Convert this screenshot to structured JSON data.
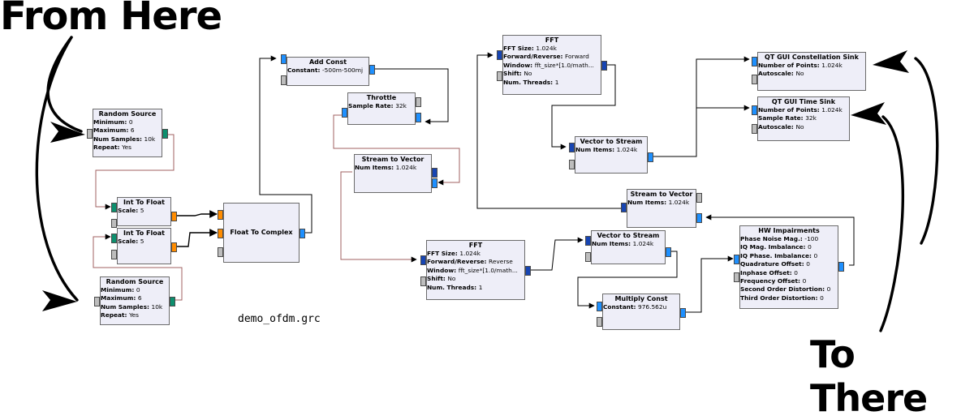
{
  "captions": {
    "from": "From Here",
    "to": "To There",
    "filename": "demo_ofdm.grc"
  },
  "colors": {
    "complex": "#1e90ff",
    "float": "#ff8c00",
    "int": "#0c8f6e",
    "vector": "#1745b3",
    "message": "#bdbdbd",
    "wire": "#000000",
    "block_bg": "#eeeef8"
  },
  "blocks": {
    "rs1": {
      "title": "Random Source",
      "params": [
        {
          "name": "Minimum",
          "value": "0"
        },
        {
          "name": "Maximum",
          "value": "6"
        },
        {
          "name": "Num Samples",
          "value": "10k"
        },
        {
          "name": "Repeat",
          "value": "Yes"
        }
      ]
    },
    "rs2": {
      "title": "Random Source",
      "params": [
        {
          "name": "Minimum",
          "value": "0"
        },
        {
          "name": "Maximum",
          "value": "6"
        },
        {
          "name": "Num Samples",
          "value": "10k"
        },
        {
          "name": "Repeat",
          "value": "Yes"
        }
      ]
    },
    "itf1": {
      "title": "Int To Float",
      "params": [
        {
          "name": "Scale",
          "value": "5"
        }
      ]
    },
    "itf2": {
      "title": "Int To Float",
      "params": [
        {
          "name": "Scale",
          "value": "5"
        }
      ]
    },
    "ftc": {
      "title": "Float To Complex",
      "params": []
    },
    "addc": {
      "title": "Add Const",
      "params": [
        {
          "name": "Constant",
          "value": "-500m-500mj"
        }
      ]
    },
    "thr": {
      "title": "Throttle",
      "params": [
        {
          "name": "Sample Rate",
          "value": "32k"
        }
      ]
    },
    "s2v1": {
      "title": "Stream to Vector",
      "params": [
        {
          "name": "Num Items",
          "value": "1.024k"
        }
      ]
    },
    "fft1": {
      "title": "FFT",
      "params": [
        {
          "name": "FFT Size",
          "value": "1.024k"
        },
        {
          "name": "Forward/Reverse",
          "value": "Reverse"
        },
        {
          "name": "Window",
          "value": "fft_size*[1.0/math..."
        },
        {
          "name": "Shift",
          "value": "No"
        },
        {
          "name": "Num. Threads",
          "value": "1"
        }
      ]
    },
    "v2s1": {
      "title": "Vector to Stream",
      "params": [
        {
          "name": "Num Items",
          "value": "1.024k"
        }
      ]
    },
    "mulc": {
      "title": "Multiply Const",
      "params": [
        {
          "name": "Constant",
          "value": "976.562u"
        }
      ]
    },
    "hw": {
      "title": "HW Impairments",
      "params": [
        {
          "name": "Phase Noise Mag.",
          "value": "-100"
        },
        {
          "name": "IQ Mag. Imbalance",
          "value": "0"
        },
        {
          "name": "IQ Phase. Imbalance",
          "value": "0"
        },
        {
          "name": "Quadrature Offset",
          "value": "0"
        },
        {
          "name": "Inphase Offset",
          "value": "0"
        },
        {
          "name": "Frequency Offset",
          "value": "0"
        },
        {
          "name": "Second Order Distortion",
          "value": "0"
        },
        {
          "name": "Third Order Distortion",
          "value": "0"
        }
      ]
    },
    "s2v2": {
      "title": "Stream to Vector",
      "params": [
        {
          "name": "Num Items",
          "value": "1.024k"
        }
      ]
    },
    "fft2": {
      "title": "FFT",
      "params": [
        {
          "name": "FFT Size",
          "value": "1.024k"
        },
        {
          "name": "Forward/Reverse",
          "value": "Forward"
        },
        {
          "name": "Window",
          "value": "fft_size*[1.0/math..."
        },
        {
          "name": "Shift",
          "value": "No"
        },
        {
          "name": "Num. Threads",
          "value": "1"
        }
      ]
    },
    "v2s2": {
      "title": "Vector to Stream",
      "params": [
        {
          "name": "Num Items",
          "value": "1.024k"
        }
      ]
    },
    "const": {
      "title": "QT GUI Constellation Sink",
      "params": [
        {
          "name": "Number of Points",
          "value": "1.024k"
        },
        {
          "name": "Autoscale",
          "value": "No"
        }
      ]
    },
    "time": {
      "title": "QT GUI Time Sink",
      "params": [
        {
          "name": "Number of Points",
          "value": "1.024k"
        },
        {
          "name": "Sample Rate",
          "value": "32k"
        },
        {
          "name": "Autoscale",
          "value": "No"
        }
      ]
    }
  }
}
